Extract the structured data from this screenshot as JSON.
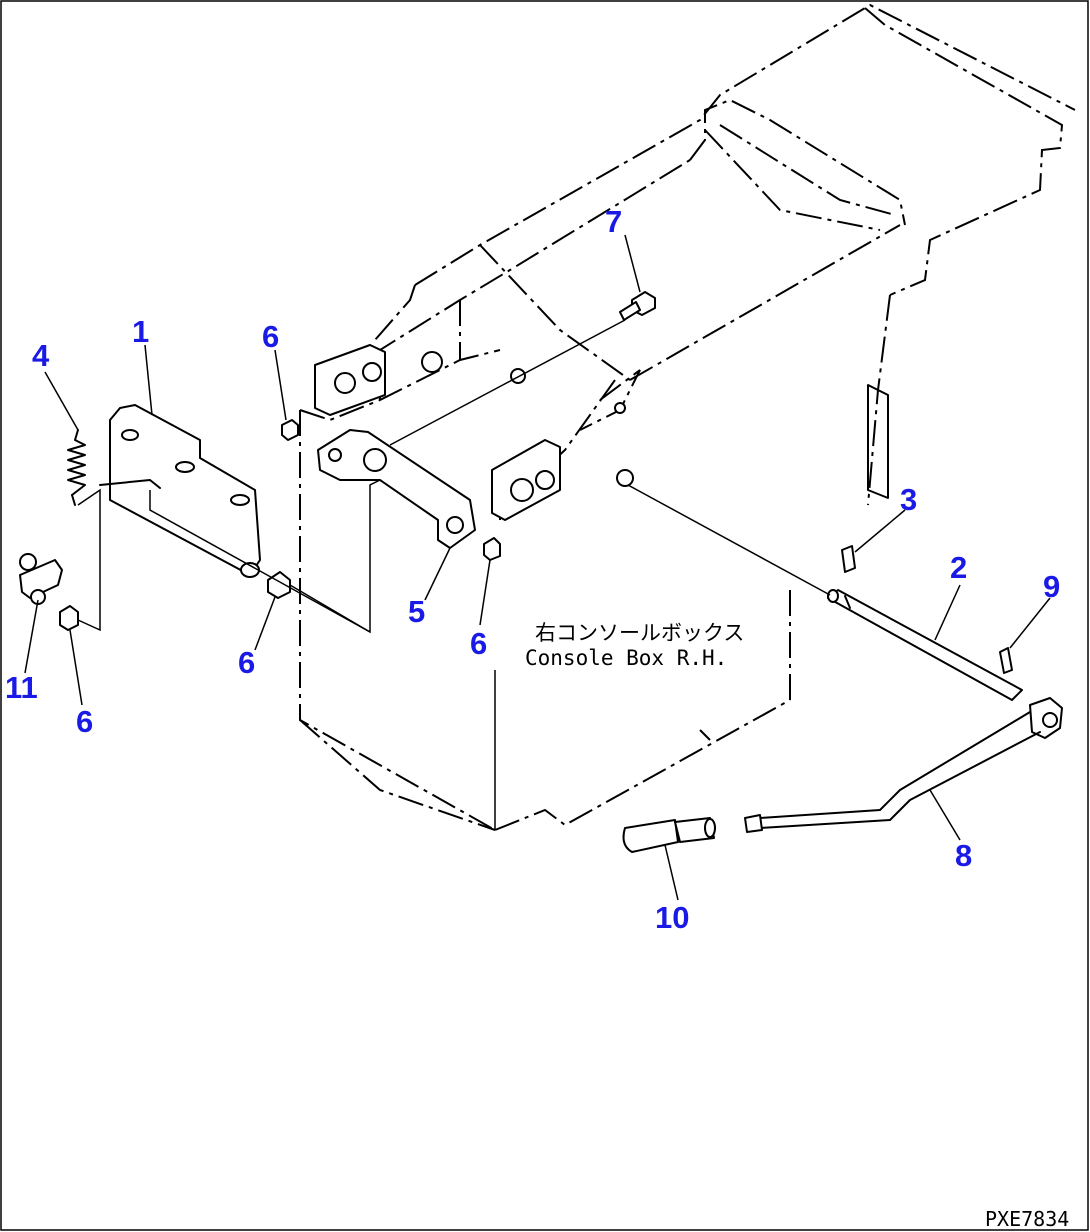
{
  "labels": {
    "jp": "右コンソールボックス",
    "en": "Console Box R.H."
  },
  "drawing_code": "PXE7834",
  "callouts": {
    "c1": "1",
    "c2": "2",
    "c3": "3",
    "c4": "4",
    "c5": "5",
    "c6a": "6",
    "c6b": "6",
    "c6c": "6",
    "c6d": "6",
    "c7": "7",
    "c8": "8",
    "c9": "9",
    "c10": "10",
    "c11": "11"
  },
  "colors": {
    "callout": "#1a1ae6",
    "line": "#000000"
  }
}
